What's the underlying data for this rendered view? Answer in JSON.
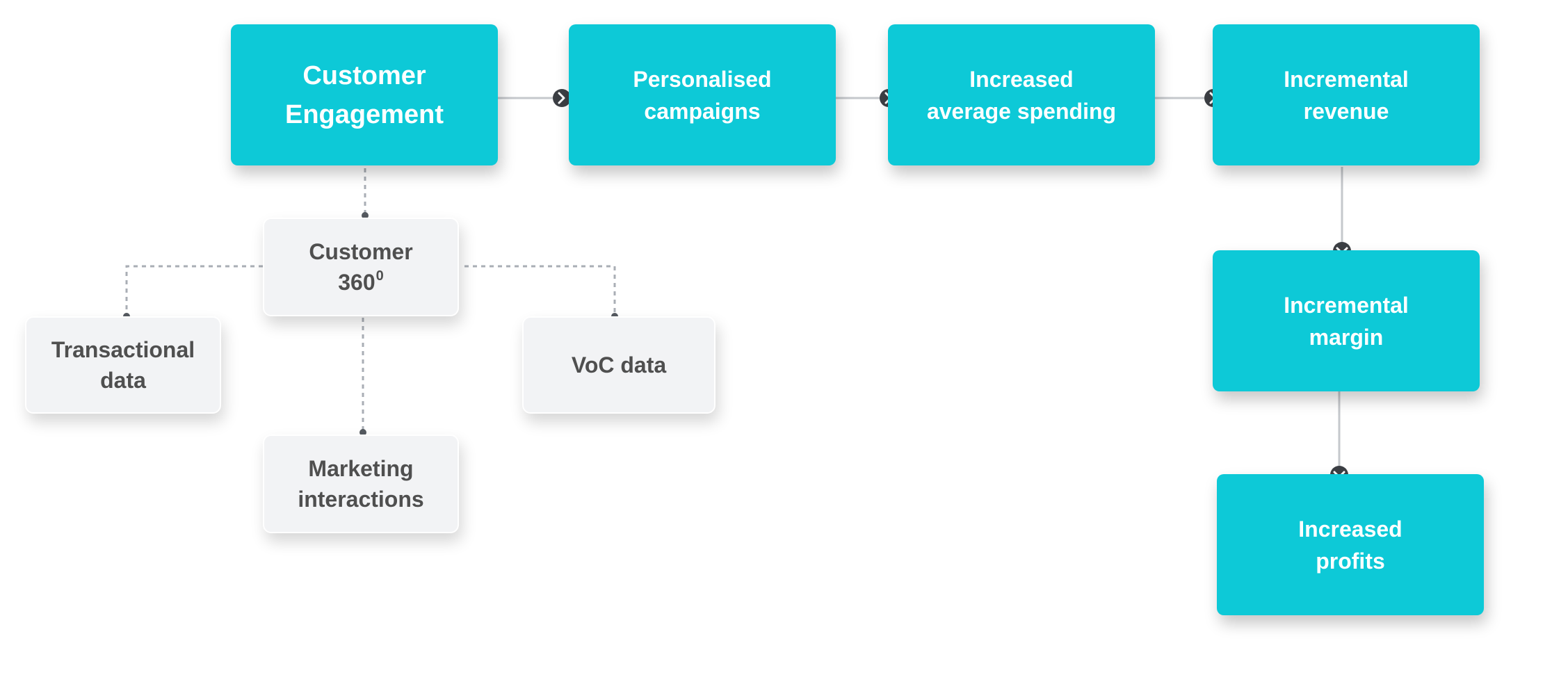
{
  "nodes": {
    "customer_engagement": {
      "lines": [
        "Customer",
        "Engagement"
      ]
    },
    "personalised_campaigns": {
      "lines": [
        "Personalised",
        "campaigns"
      ]
    },
    "increased_average_spending": {
      "lines": [
        "Increased",
        "average spending"
      ]
    },
    "incremental_revenue": {
      "lines": [
        "Incremental",
        "revenue"
      ]
    },
    "incremental_margin": {
      "lines": [
        "Incremental",
        "margin"
      ]
    },
    "increased_profits": {
      "lines": [
        "Increased",
        "profits"
      ]
    },
    "customer_360": {
      "line1": "Customer",
      "line2": "360",
      "sup": "0"
    },
    "transactional_data": {
      "lines": [
        "Transactional",
        "data"
      ]
    },
    "voc_data": {
      "lines": [
        "VoC data"
      ]
    },
    "marketing_interactions": {
      "lines": [
        "Marketing",
        "interactions"
      ]
    }
  },
  "colors": {
    "primary": "#0dc9d7",
    "secondary": "#f2f3f5",
    "text_dark": "#4f4f4f",
    "text_light": "#ffffff",
    "connector": "#c5c8cc",
    "dotted_connector": "#a9aeb5",
    "arrow": "#3c3f44"
  },
  "icons": {
    "flow_arrow": "chevron-right-icon",
    "down_arrow": "chevron-down-icon",
    "junction": "dot"
  }
}
